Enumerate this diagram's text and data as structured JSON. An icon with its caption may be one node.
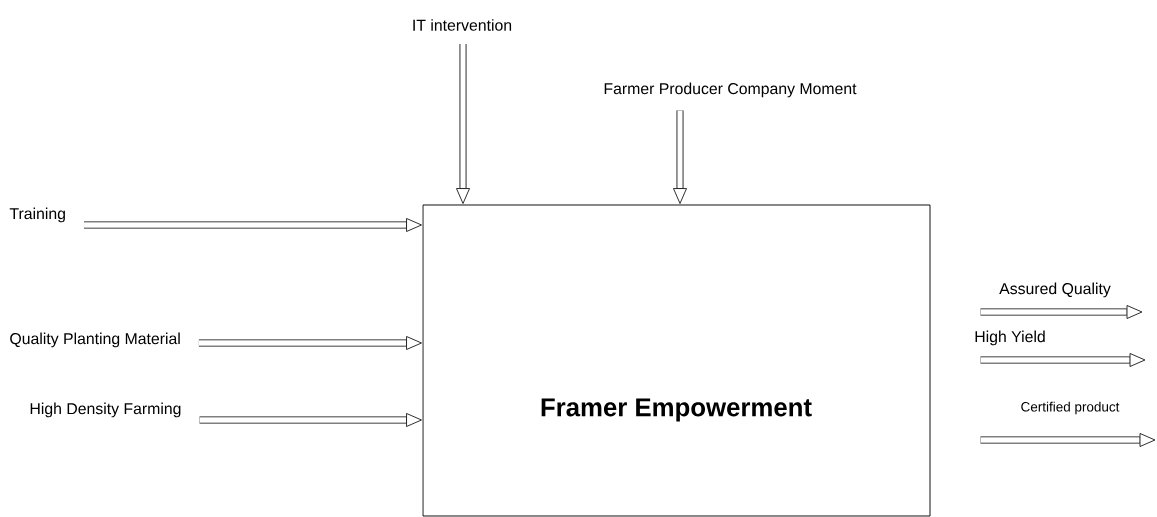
{
  "diagram": {
    "nodes": [
      {
        "text": [
          "IT intervention"
        ]
      },
      {
        "text": [
          "Farmer Producer Company Moment"
        ]
      },
      {
        "text": [
          "Training"
        ]
      },
      {
        "text": [
          "Quality Planting Material"
        ]
      },
      {
        "text": [
          "High Density Farming"
        ]
      },
      {
        "text": [
          "Framer Empowerment"
        ]
      }
    ],
    "edges": [
      {
        "from": 0,
        "to": 5,
        "arrow": "to"
      },
      {
        "from": 1,
        "to": 5,
        "arrow": "to"
      },
      {
        "from": 2,
        "to": 5,
        "arrow": "to"
      },
      {
        "from": 3,
        "to": 5,
        "arrow": "to"
      },
      {
        "from": 4,
        "to": 5,
        "arrow": "to"
      },
      {
        "from": 5,
        "to": null,
        "arrow": "to",
        "label": "Assured Quality"
      },
      {
        "from": 5,
        "to": null,
        "arrow": "to",
        "label": "High Yield"
      },
      {
        "from": 5,
        "to": null,
        "arrow": "to",
        "label": "Certified product"
      }
    ]
  }
}
